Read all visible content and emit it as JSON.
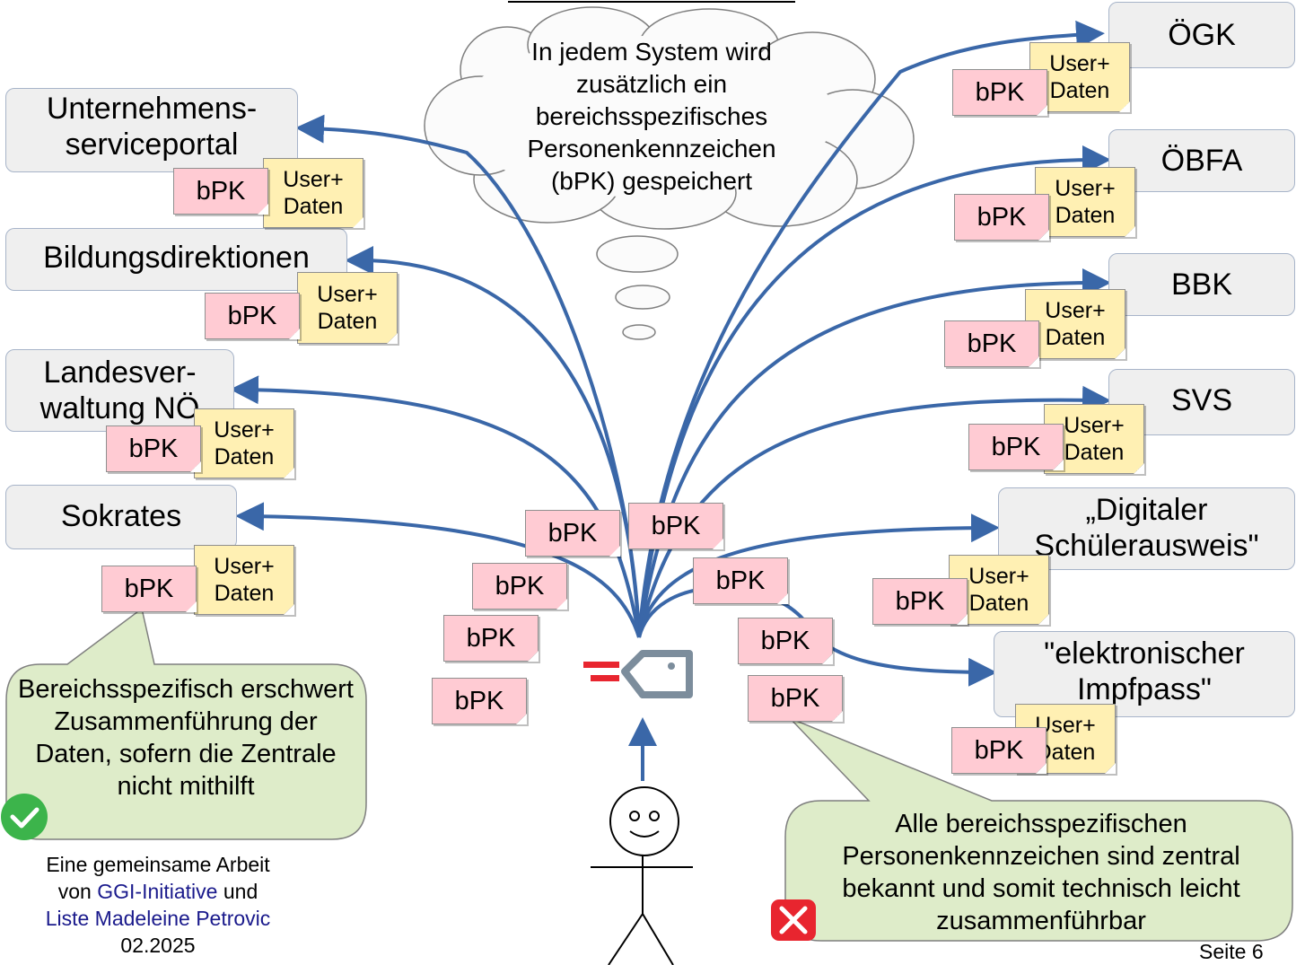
{
  "cloud_text": "In jedem System wird zusätzlich ein bereichsspezifisches Personenkennzeichen (bPK) gespeichert",
  "note_labels": {
    "bpk": "bPK",
    "user_daten": "User+\nDaten"
  },
  "systems_left": [
    {
      "id": "usp",
      "label": "Unternehmens-\nserviceportal"
    },
    {
      "id": "bildung",
      "label": "Bildungsdirektionen"
    },
    {
      "id": "noe",
      "label": "Landesver-\nwaltung NÖ"
    },
    {
      "id": "sokrates",
      "label": "Sokrates"
    }
  ],
  "systems_right": [
    {
      "id": "oegk",
      "label": "ÖGK"
    },
    {
      "id": "oebfa",
      "label": "ÖBFA"
    },
    {
      "id": "bbk",
      "label": "BBK"
    },
    {
      "id": "svs",
      "label": "SVS"
    },
    {
      "id": "schueler",
      "label": "„Digitaler\nSchülerausweis\""
    },
    {
      "id": "impf",
      "label": "\"elektronischer\nImpfpass\""
    }
  ],
  "callout_left": "Bereichsspezifisch erschwert Zusammenführung der Daten, sofern die Zentrale nicht mithilft",
  "callout_right": "Alle bereichsspezifischen Personenkennzeichen sind zentral bekannt und somit technisch leicht zusammenführbar",
  "credit": {
    "line1": "Eine gemeinsame Arbeit",
    "von": "von",
    "org1": "GGI-Initiative",
    "und": "und",
    "org2": "Liste Madeleine Petrovic",
    "date": "02.2025"
  },
  "page_number": "Seite 6",
  "icons": {
    "check": "check-circle-icon",
    "cross": "cross-square-icon",
    "logo": "id-austria-key-logo",
    "person": "stick-figure-icon"
  },
  "colors": {
    "arrow": "#3a67a8",
    "system_box": "#efefef",
    "bpk_note": "#ffcbd3",
    "user_daten_note": "#fff0b3",
    "callout": "#deecc9",
    "check": "#3cb44b",
    "cross": "#e8252f",
    "link": "#1a1a8c"
  }
}
